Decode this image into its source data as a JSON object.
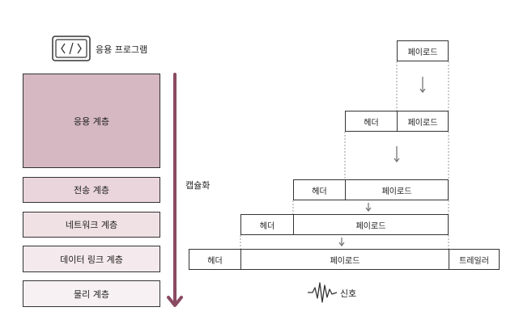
{
  "app_program_label": "응용 프로그램",
  "layers": [
    {
      "label": "응용 계층",
      "color": "#d6b8c2"
    },
    {
      "label": "전송 계층",
      "color": "#e9d5db"
    },
    {
      "label": "네트워크 계층",
      "color": "#f0e1e5"
    },
    {
      "label": "데이터 링크 계층",
      "color": "#f4e9ec"
    },
    {
      "label": "물리 계층",
      "color": "#f8f1f3"
    }
  ],
  "encapsulation_label": "캡슐화",
  "packets": {
    "header_label": "헤더",
    "payload_label": "페이로드",
    "trailer_label": "트레일러"
  },
  "signal_label": "신호",
  "arrow_color": "#8a4a62"
}
